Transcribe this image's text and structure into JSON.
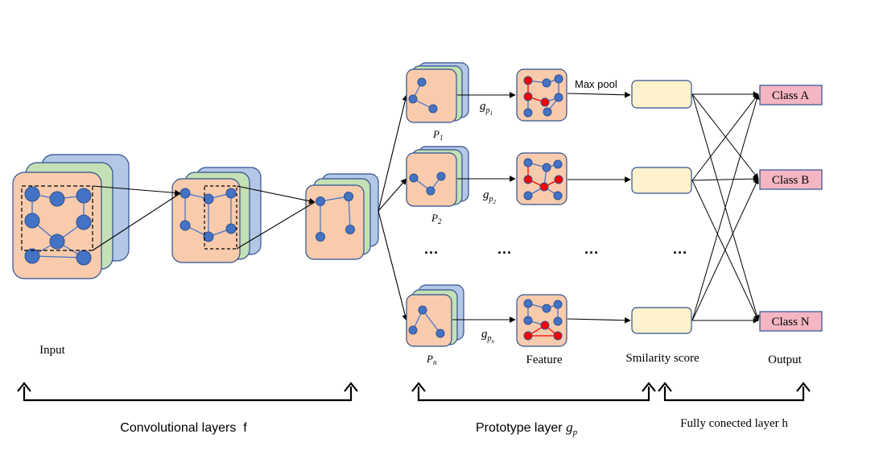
{
  "labels": {
    "input": "Input",
    "max_pool": "Max pool",
    "feature": "Feature",
    "similarity": "Smilarity score",
    "output": "Output",
    "ellipsis": "···"
  },
  "prototypes": [
    {
      "name": "P",
      "sub": "1",
      "g_sub": "p",
      "g_subsub": "1"
    },
    {
      "name": "P",
      "sub": "2",
      "g_sub": "p",
      "g_subsub": "2"
    },
    {
      "name": "P",
      "sub": "n",
      "g_sub": "p",
      "g_subsub": "n"
    }
  ],
  "classes": [
    "Class A",
    "Class B",
    "Class N"
  ],
  "sections": {
    "conv": "Convolutional layers  f",
    "proto_prefix": "Prototype layer ",
    "proto_g": "g",
    "proto_sub": "p",
    "fc": "Fully conected layer h"
  },
  "colors": {
    "front": "#f8cbad",
    "mid": "#c5e0b4",
    "back": "#b4c7e7",
    "node": "#4472c4",
    "edge": "#4472c4",
    "red_node": "#ff0000",
    "score": "#fff2cc",
    "class_box": "#f4b6c2",
    "stroke": "#2f528f"
  }
}
